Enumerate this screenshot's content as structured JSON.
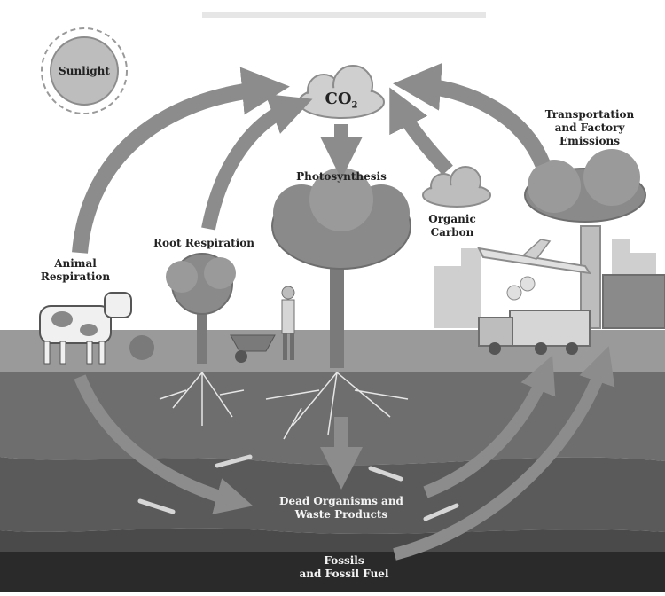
{
  "diagram": {
    "labels": {
      "sunlight": "Sunlight",
      "co2": "CO",
      "co2_sub": "2",
      "photosynthesis": "Photosynthesis",
      "organic_carbon_1": "Organic",
      "organic_carbon_2": "Carbon",
      "transport_1": "Transportation",
      "transport_2": "and Factory",
      "transport_3": "Emissions",
      "root_respiration": "Root Respiration",
      "animal_respiration_1": "Animal",
      "animal_respiration_2": "Respiration",
      "dead_organisms_1": "Dead Organisms and",
      "dead_organisms_2": "Waste Products",
      "fossils_1": "Fossils",
      "fossils_2": "and Fossil Fuel"
    },
    "colors": {
      "sky": "#ffffff",
      "arrow": "#8c8c8c",
      "ground_surface": "#9a9a9a",
      "soil_upper": "#6e6e6e",
      "soil_middle": "#5a5a5a",
      "soil_lower": "#4a4a4a",
      "fossil_layer": "#2a2a2a",
      "tree_crown": "#8a8a8a",
      "cloud": "#cfcfcf"
    }
  }
}
